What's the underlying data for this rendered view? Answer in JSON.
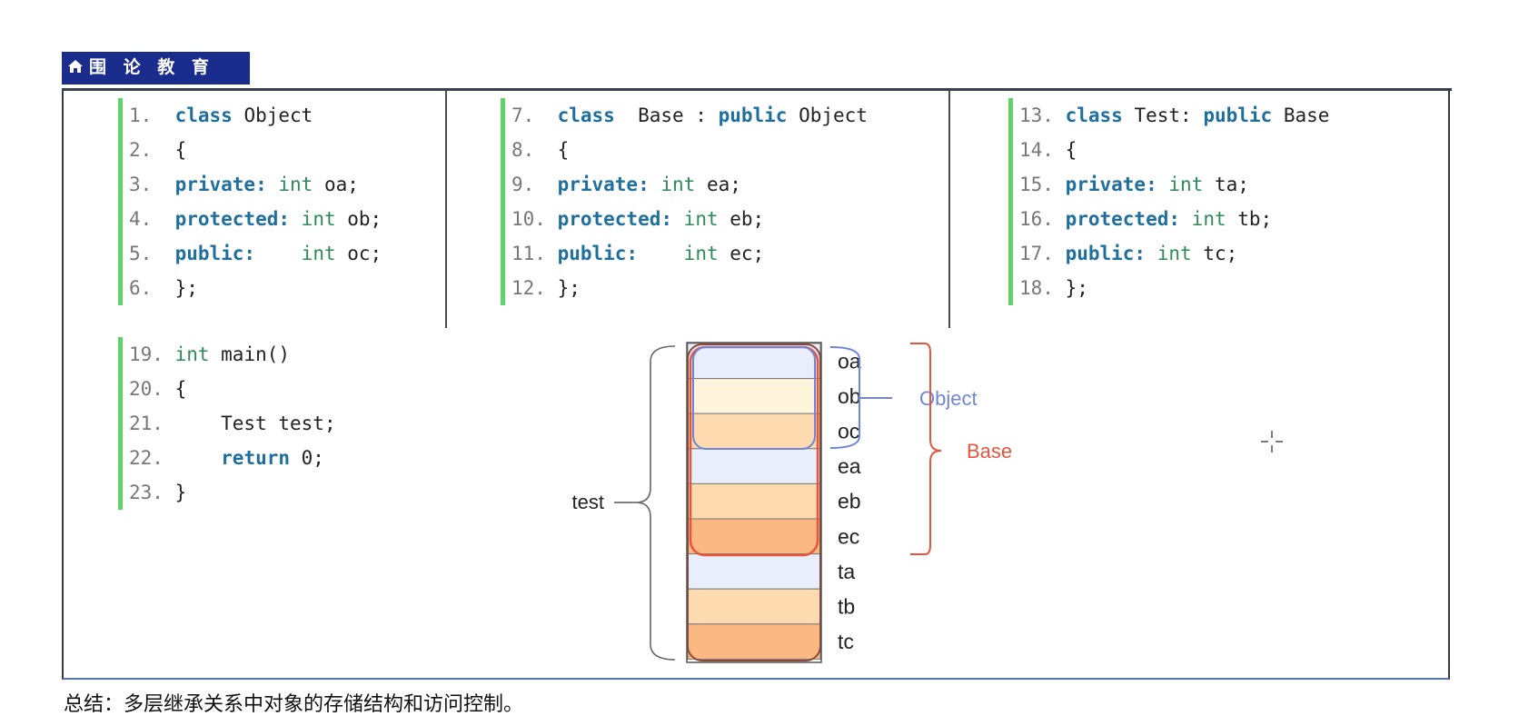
{
  "logo": {
    "text": "围 论 教 育",
    "icon": "building-icon"
  },
  "panels": [
    {
      "lines": [
        [
          {
            "t": "1.  ",
            "c": "num"
          },
          {
            "t": "class",
            "c": "kw"
          },
          {
            "t": " Object",
            "c": ""
          }
        ],
        [
          {
            "t": "2.  ",
            "c": "num"
          },
          {
            "t": "{",
            "c": ""
          }
        ],
        [
          {
            "t": "3.  ",
            "c": "num"
          },
          {
            "t": "private:",
            "c": "kw"
          },
          {
            "t": " ",
            "c": ""
          },
          {
            "t": "int",
            "c": "ty"
          },
          {
            "t": " oa;",
            "c": ""
          }
        ],
        [
          {
            "t": "4.  ",
            "c": "num"
          },
          {
            "t": "protected:",
            "c": "kw"
          },
          {
            "t": " ",
            "c": ""
          },
          {
            "t": "int",
            "c": "ty"
          },
          {
            "t": " ob;",
            "c": ""
          }
        ],
        [
          {
            "t": "5.  ",
            "c": "num"
          },
          {
            "t": "public:",
            "c": "kw"
          },
          {
            "t": "    ",
            "c": ""
          },
          {
            "t": "int",
            "c": "ty"
          },
          {
            "t": " oc;",
            "c": ""
          }
        ],
        [
          {
            "t": "6.  ",
            "c": "num"
          },
          {
            "t": "};",
            "c": ""
          }
        ]
      ]
    },
    {
      "lines": [
        [
          {
            "t": "7.  ",
            "c": "num"
          },
          {
            "t": "class",
            "c": "kw"
          },
          {
            "t": "  Base : ",
            "c": ""
          },
          {
            "t": "public",
            "c": "kw"
          },
          {
            "t": " Object",
            "c": ""
          }
        ],
        [
          {
            "t": "8.  ",
            "c": "num"
          },
          {
            "t": "{",
            "c": ""
          }
        ],
        [
          {
            "t": "9.  ",
            "c": "num"
          },
          {
            "t": "private:",
            "c": "kw"
          },
          {
            "t": " ",
            "c": ""
          },
          {
            "t": "int",
            "c": "ty"
          },
          {
            "t": " ea;",
            "c": ""
          }
        ],
        [
          {
            "t": "10. ",
            "c": "num"
          },
          {
            "t": "protected:",
            "c": "kw"
          },
          {
            "t": " ",
            "c": ""
          },
          {
            "t": "int",
            "c": "ty"
          },
          {
            "t": " eb;",
            "c": ""
          }
        ],
        [
          {
            "t": "11. ",
            "c": "num"
          },
          {
            "t": "public:",
            "c": "kw"
          },
          {
            "t": "    ",
            "c": ""
          },
          {
            "t": "int",
            "c": "ty"
          },
          {
            "t": " ec;",
            "c": ""
          }
        ],
        [
          {
            "t": "12. ",
            "c": "num"
          },
          {
            "t": "};",
            "c": ""
          }
        ]
      ]
    },
    {
      "lines": [
        [
          {
            "t": "13. ",
            "c": "num"
          },
          {
            "t": "class",
            "c": "kw"
          },
          {
            "t": " Test: ",
            "c": ""
          },
          {
            "t": "public",
            "c": "kw"
          },
          {
            "t": " Base",
            "c": ""
          }
        ],
        [
          {
            "t": "14. ",
            "c": "num"
          },
          {
            "t": "{",
            "c": ""
          }
        ],
        [
          {
            "t": "15. ",
            "c": "num"
          },
          {
            "t": "private:",
            "c": "kw"
          },
          {
            "t": " ",
            "c": ""
          },
          {
            "t": "int",
            "c": "ty"
          },
          {
            "t": " ta;",
            "c": ""
          }
        ],
        [
          {
            "t": "16. ",
            "c": "num"
          },
          {
            "t": "protected:",
            "c": "kw"
          },
          {
            "t": " ",
            "c": ""
          },
          {
            "t": "int",
            "c": "ty"
          },
          {
            "t": " tb;",
            "c": ""
          }
        ],
        [
          {
            "t": "17. ",
            "c": "num"
          },
          {
            "t": "public:",
            "c": "kw"
          },
          {
            "t": " ",
            "c": ""
          },
          {
            "t": "int",
            "c": "ty"
          },
          {
            "t": " tc;",
            "c": ""
          }
        ],
        [
          {
            "t": "18. ",
            "c": "num"
          },
          {
            "t": "};",
            "c": ""
          }
        ]
      ]
    },
    {
      "lines": [
        [
          {
            "t": "19. ",
            "c": "num"
          },
          {
            "t": "int",
            "c": "ty"
          },
          {
            "t": " main()",
            "c": ""
          }
        ],
        [
          {
            "t": "20. ",
            "c": "num"
          },
          {
            "t": "{",
            "c": ""
          }
        ],
        [
          {
            "t": "21. ",
            "c": "num"
          },
          {
            "t": "    Test test;",
            "c": ""
          }
        ],
        [
          {
            "t": "22. ",
            "c": "num"
          },
          {
            "t": "    ",
            "c": ""
          },
          {
            "t": "return",
            "c": "kw"
          },
          {
            "t": " 0;",
            "c": ""
          }
        ],
        [
          {
            "t": "23. ",
            "c": "num"
          },
          {
            "t": "}",
            "c": ""
          }
        ]
      ]
    }
  ],
  "memory": {
    "cells": [
      {
        "label": "oa",
        "fill": "#e8eefb"
      },
      {
        "label": "ob",
        "fill": "#fff4dc"
      },
      {
        "label": "oc",
        "fill": "#fddab0"
      },
      {
        "label": "ea",
        "fill": "#e8eefb"
      },
      {
        "label": "eb",
        "fill": "#fddab0"
      },
      {
        "label": "ec",
        "fill": "#fbb883"
      },
      {
        "label": "ta",
        "fill": "#e8eefb"
      },
      {
        "label": "tb",
        "fill": "#fddab0"
      },
      {
        "label": "tc",
        "fill": "#fbb883"
      }
    ],
    "test_label": "test",
    "object_label": "Object",
    "base_label": "Base",
    "object_color": "#6f86d8",
    "base_color": "#e8553f"
  },
  "summary": "总结：多层继承关系中对象的存储结构和访问控制。"
}
